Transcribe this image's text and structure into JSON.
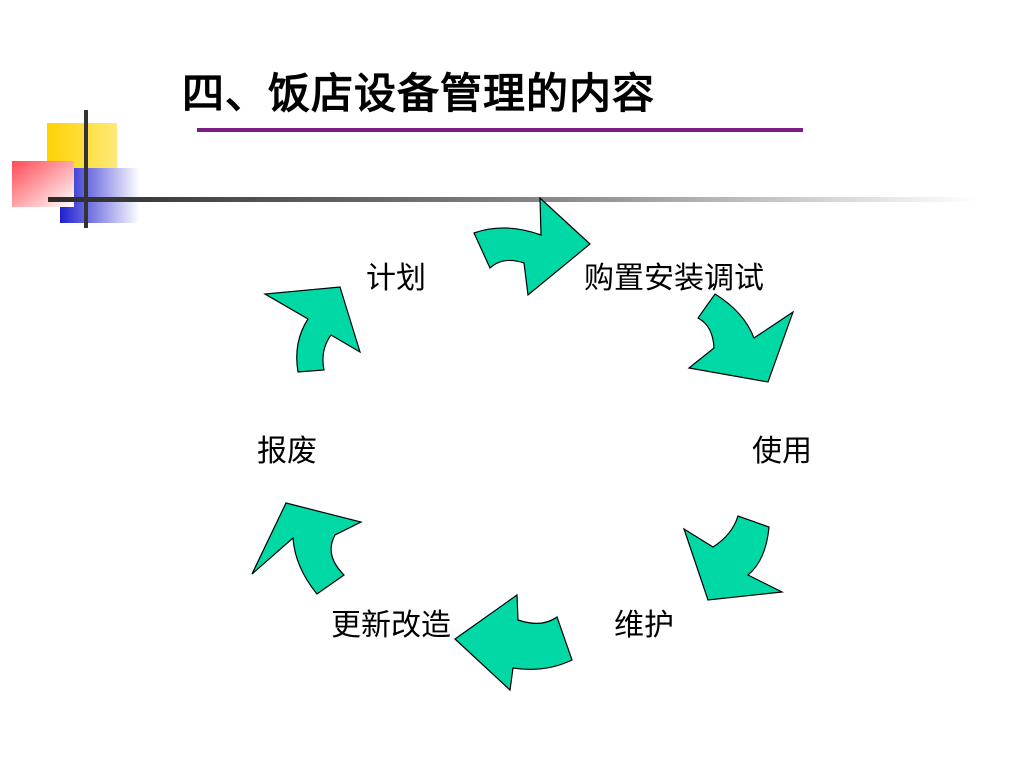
{
  "slide": {
    "title": "四、饭店设备管理的内容",
    "colors": {
      "title_rule": "#7a1e86",
      "arrow_fill": "#00d9a6",
      "arrow_stroke": "#000000",
      "deco_yellow": "#ffd200",
      "deco_blue": "#2b2bd6",
      "deco_red": "#ff5a63",
      "deco_line": "#333333"
    }
  },
  "cycle": {
    "nodes": [
      {
        "label": "计划"
      },
      {
        "label": "购置安装调试"
      },
      {
        "label": "使用"
      },
      {
        "label": "维护"
      },
      {
        "label": "更新改造"
      },
      {
        "label": "报废"
      }
    ],
    "arrow_icons": [
      "curved-arrow-icon",
      "curved-arrow-icon",
      "curved-arrow-icon",
      "curved-arrow-icon",
      "curved-arrow-icon",
      "curved-arrow-icon"
    ]
  }
}
